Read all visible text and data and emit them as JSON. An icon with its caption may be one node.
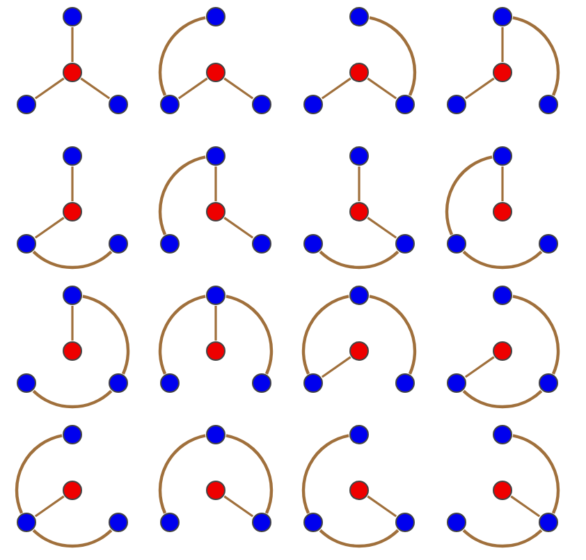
{
  "diagram": {
    "nodes": [
      {
        "text": [],
        "shape": "circle"
      },
      {
        "text": [],
        "shape": "circle"
      },
      {
        "text": [],
        "shape": "circle"
      },
      {
        "text": [],
        "shape": "circle"
      },
      {
        "text": [],
        "shape": "circle"
      },
      {
        "text": [],
        "shape": "circle"
      },
      {
        "text": [],
        "shape": "circle"
      },
      {
        "text": [],
        "shape": "circle"
      },
      {
        "text": [],
        "shape": "circle"
      },
      {
        "text": [],
        "shape": "circle"
      },
      {
        "text": [],
        "shape": "circle"
      },
      {
        "text": [],
        "shape": "circle"
      },
      {
        "text": [],
        "shape": "circle"
      },
      {
        "text": [],
        "shape": "circle"
      },
      {
        "text": [],
        "shape": "circle"
      },
      {
        "text": [],
        "shape": "circle"
      },
      {
        "text": [],
        "shape": "circle"
      },
      {
        "text": [],
        "shape": "circle"
      },
      {
        "text": [],
        "shape": "circle"
      },
      {
        "text": [],
        "shape": "circle"
      },
      {
        "text": [],
        "shape": "circle"
      },
      {
        "text": [],
        "shape": "circle"
      },
      {
        "text": [],
        "shape": "circle"
      },
      {
        "text": [],
        "shape": "circle"
      },
      {
        "text": [],
        "shape": "circle"
      },
      {
        "text": [],
        "shape": "circle"
      },
      {
        "text": [],
        "shape": "circle"
      },
      {
        "text": [],
        "shape": "circle"
      },
      {
        "text": [],
        "shape": "circle"
      },
      {
        "text": [],
        "shape": "circle"
      },
      {
        "text": [],
        "shape": "circle"
      },
      {
        "text": [],
        "shape": "circle"
      },
      {
        "text": [],
        "shape": "circle"
      },
      {
        "text": [],
        "shape": "circle"
      },
      {
        "text": [],
        "shape": "circle"
      },
      {
        "text": [],
        "shape": "circle"
      },
      {
        "text": [],
        "shape": "circle"
      },
      {
        "text": [],
        "shape": "circle"
      },
      {
        "text": [],
        "shape": "circle"
      },
      {
        "text": [],
        "shape": "circle"
      },
      {
        "text": [],
        "shape": "circle"
      },
      {
        "text": [],
        "shape": "circle"
      },
      {
        "text": [],
        "shape": "circle"
      },
      {
        "text": [],
        "shape": "circle"
      },
      {
        "text": [],
        "shape": "circle"
      },
      {
        "text": [],
        "shape": "circle"
      },
      {
        "text": [],
        "shape": "circle"
      },
      {
        "text": [],
        "shape": "circle"
      },
      {
        "text": [],
        "shape": "circle"
      },
      {
        "text": [],
        "shape": "circle"
      },
      {
        "text": [],
        "shape": "circle"
      },
      {
        "text": [],
        "shape": "circle"
      },
      {
        "text": [],
        "shape": "circle"
      },
      {
        "text": [],
        "shape": "circle"
      },
      {
        "text": [],
        "shape": "circle"
      },
      {
        "text": [],
        "shape": "circle"
      },
      {
        "text": [],
        "shape": "circle"
      },
      {
        "text": [],
        "shape": "circle"
      },
      {
        "text": [],
        "shape": "circle"
      },
      {
        "text": [],
        "shape": "circle"
      },
      {
        "text": [],
        "shape": "circle"
      },
      {
        "text": [],
        "shape": "circle"
      },
      {
        "text": [],
        "shape": "circle"
      },
      {
        "text": [],
        "shape": "circle"
      }
    ],
    "edges": [
      {
        "from": 1,
        "to": 0,
        "arrow": "none"
      },
      {
        "from": 1,
        "to": 2,
        "arrow": "none"
      },
      {
        "from": 1,
        "to": 3,
        "arrow": "none"
      },
      {
        "from": 4,
        "to": 6,
        "arrow": "none"
      },
      {
        "from": 5,
        "to": 6,
        "arrow": "none"
      },
      {
        "from": 5,
        "to": 7,
        "arrow": "none"
      },
      {
        "from": 8,
        "to": 11,
        "arrow": "none"
      },
      {
        "from": 9,
        "to": 10,
        "arrow": "none"
      },
      {
        "from": 9,
        "to": 11,
        "arrow": "none"
      },
      {
        "from": 13,
        "to": 12,
        "arrow": "none"
      },
      {
        "from": 13,
        "to": 14,
        "arrow": "none"
      },
      {
        "from": 12,
        "to": 15,
        "arrow": "none"
      },
      {
        "from": 17,
        "to": 16,
        "arrow": "none"
      },
      {
        "from": 17,
        "to": 18,
        "arrow": "none"
      },
      {
        "from": 18,
        "to": 19,
        "arrow": "none"
      },
      {
        "from": 20,
        "to": 22,
        "arrow": "none"
      },
      {
        "from": 21,
        "to": 20,
        "arrow": "none"
      },
      {
        "from": 21,
        "to": 23,
        "arrow": "none"
      },
      {
        "from": 25,
        "to": 24,
        "arrow": "none"
      },
      {
        "from": 25,
        "to": 27,
        "arrow": "none"
      },
      {
        "from": 26,
        "to": 27,
        "arrow": "none"
      },
      {
        "from": 28,
        "to": 30,
        "arrow": "none"
      },
      {
        "from": 29,
        "to": 28,
        "arrow": "none"
      },
      {
        "from": 30,
        "to": 31,
        "arrow": "none"
      },
      {
        "from": 33,
        "to": 32,
        "arrow": "none"
      },
      {
        "from": 32,
        "to": 35,
        "arrow": "none"
      },
      {
        "from": 34,
        "to": 35,
        "arrow": "none"
      },
      {
        "from": 36,
        "to": 38,
        "arrow": "none"
      },
      {
        "from": 37,
        "to": 36,
        "arrow": "none"
      },
      {
        "from": 36,
        "to": 39,
        "arrow": "none"
      },
      {
        "from": 40,
        "to": 42,
        "arrow": "none"
      },
      {
        "from": 40,
        "to": 43,
        "arrow": "none"
      },
      {
        "from": 41,
        "to": 42,
        "arrow": "none"
      },
      {
        "from": 44,
        "to": 47,
        "arrow": "none"
      },
      {
        "from": 45,
        "to": 46,
        "arrow": "none"
      },
      {
        "from": 46,
        "to": 47,
        "arrow": "none"
      },
      {
        "from": 48,
        "to": 50,
        "arrow": "none"
      },
      {
        "from": 49,
        "to": 50,
        "arrow": "none"
      },
      {
        "from": 50,
        "to": 51,
        "arrow": "none"
      },
      {
        "from": 52,
        "to": 54,
        "arrow": "none"
      },
      {
        "from": 52,
        "to": 55,
        "arrow": "none"
      },
      {
        "from": 53,
        "to": 55,
        "arrow": "none"
      },
      {
        "from": 56,
        "to": 58,
        "arrow": "none"
      },
      {
        "from": 57,
        "to": 59,
        "arrow": "none"
      },
      {
        "from": 58,
        "to": 59,
        "arrow": "none"
      },
      {
        "from": 60,
        "to": 63,
        "arrow": "none"
      },
      {
        "from": 61,
        "to": 63,
        "arrow": "none"
      },
      {
        "from": 62,
        "to": 63,
        "arrow": "none"
      }
    ]
  }
}
